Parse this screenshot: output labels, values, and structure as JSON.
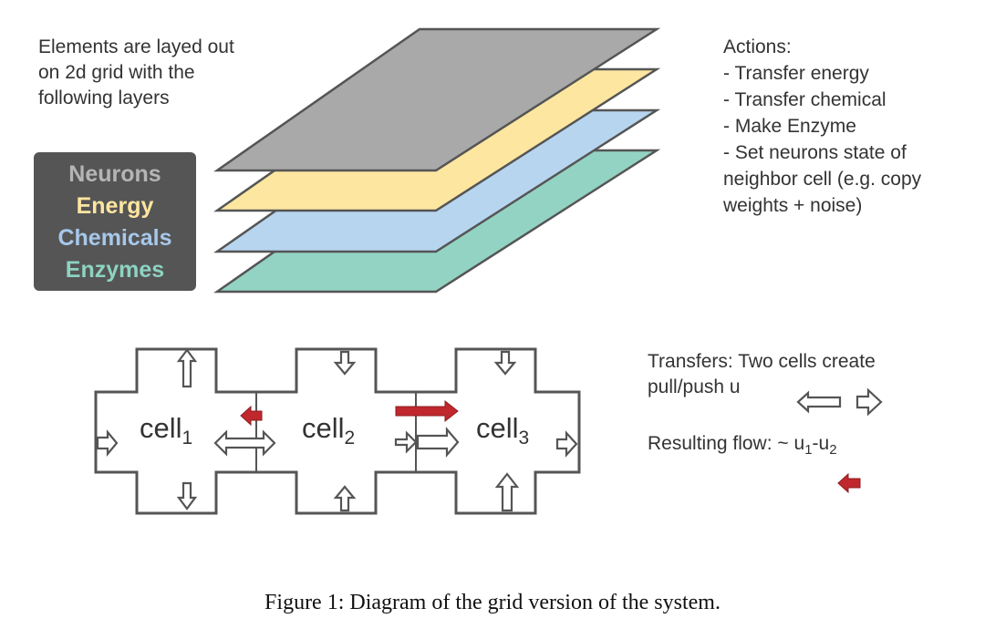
{
  "intro_text": {
    "line1": "Elements are layed out",
    "line2": "on 2d grid with the",
    "line3": "following layers"
  },
  "legend": {
    "items": [
      {
        "label": "Neurons",
        "color": "#b5b5b5"
      },
      {
        "label": "Energy",
        "color": "#fde6a0"
      },
      {
        "label": "Chemicals",
        "color": "#a7c8ea"
      },
      {
        "label": "Enzymes",
        "color": "#8dd3c1"
      }
    ],
    "background": "#555555"
  },
  "layers": [
    {
      "name": "neurons",
      "fill": "#a9a9a9"
    },
    {
      "name": "energy",
      "fill": "#fde6a0"
    },
    {
      "name": "chemicals",
      "fill": "#b7d5ef"
    },
    {
      "name": "enzymes",
      "fill": "#93d3c4"
    }
  ],
  "actions": {
    "title": "Actions:",
    "items": [
      "- Transfer energy",
      "- Transfer chemical",
      "- Make Enzyme",
      "- Set neurons state of",
      "neighbor cell (e.g. copy",
      "weights + noise)"
    ]
  },
  "cells": {
    "prefix": "cell",
    "subscripts": [
      "1",
      "2",
      "3"
    ]
  },
  "transfers": {
    "line1": "Transfers: Two cells create",
    "line2": "pull/push u",
    "flow_prefix": "Resulting flow: ~ u",
    "flow_sub1": "1",
    "flow_dash": "-u",
    "flow_sub2": "2"
  },
  "colors": {
    "red_arrow": "#c0282d",
    "outline": "#555555"
  },
  "caption": "Figure 1: Diagram of the grid version of the system."
}
